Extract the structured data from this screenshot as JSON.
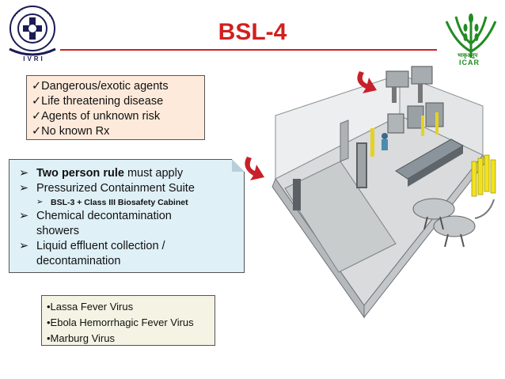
{
  "title": "BSL-4",
  "logos": {
    "left_name": "IVRI",
    "right_hindi": "भाकृअनुप",
    "right_name": "ICAR"
  },
  "requirements": [
    {
      "check": "✓",
      "text": "Dangerous/exotic agents"
    },
    {
      "check": "✓",
      "text": "Life threatening disease"
    },
    {
      "check": "✓",
      "text": "Agents of unknown risk"
    },
    {
      "check": "✓",
      "text": "No known Rx"
    }
  ],
  "practices": {
    "item1_bold": "Two person rule",
    "item1_rest": " must apply",
    "item2": "Pressurized Containment Suite",
    "item2_sub": "BSL-3 + Class III Biosafety Cabinet",
    "item3_line1": "Chemical decontamination",
    "item3_line2": "showers",
    "item4_line1": "Liquid effluent collection /",
    "item4_line2": "decontamination",
    "bullet": "➢"
  },
  "examples": [
    "•Lassa Fever Virus",
    "•Ebola Hemorrhagic Fever Virus",
    "•Marburg Virus"
  ],
  "colors": {
    "title": "#d21f1f",
    "box1_bg": "#fdeadb",
    "box2_bg": "#dff0f7",
    "box3_bg": "#f4f3e4",
    "arrow_red": "#c8202a"
  }
}
